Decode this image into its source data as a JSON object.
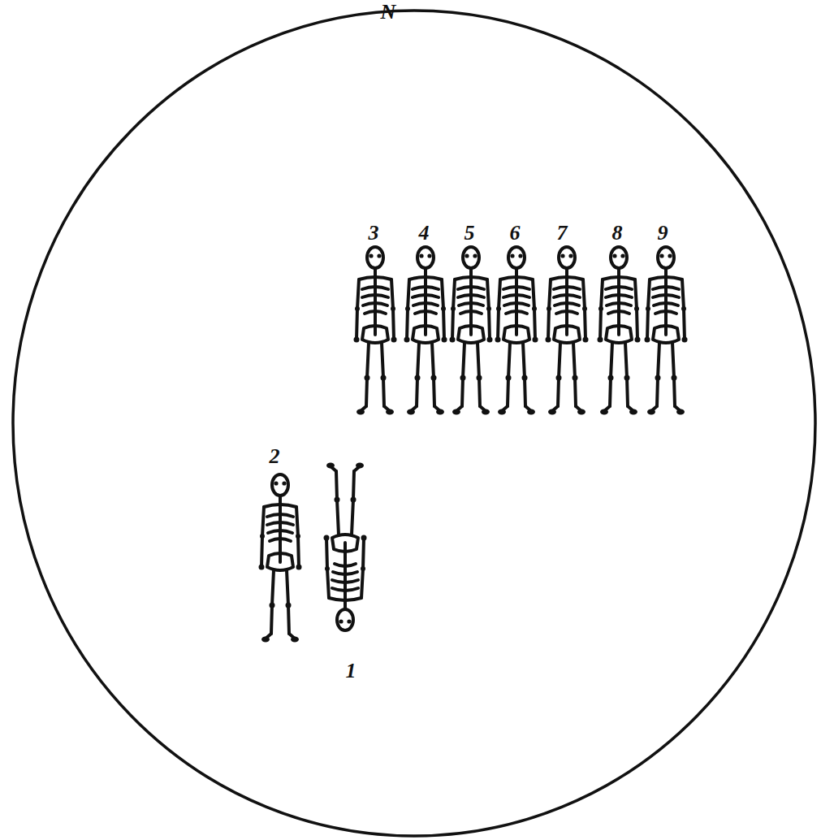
{
  "diagram": {
    "labels": [
      "N",
      "3",
      "4",
      "5",
      "6",
      "7",
      "8",
      "9",
      "2",
      "1"
    ]
  }
}
